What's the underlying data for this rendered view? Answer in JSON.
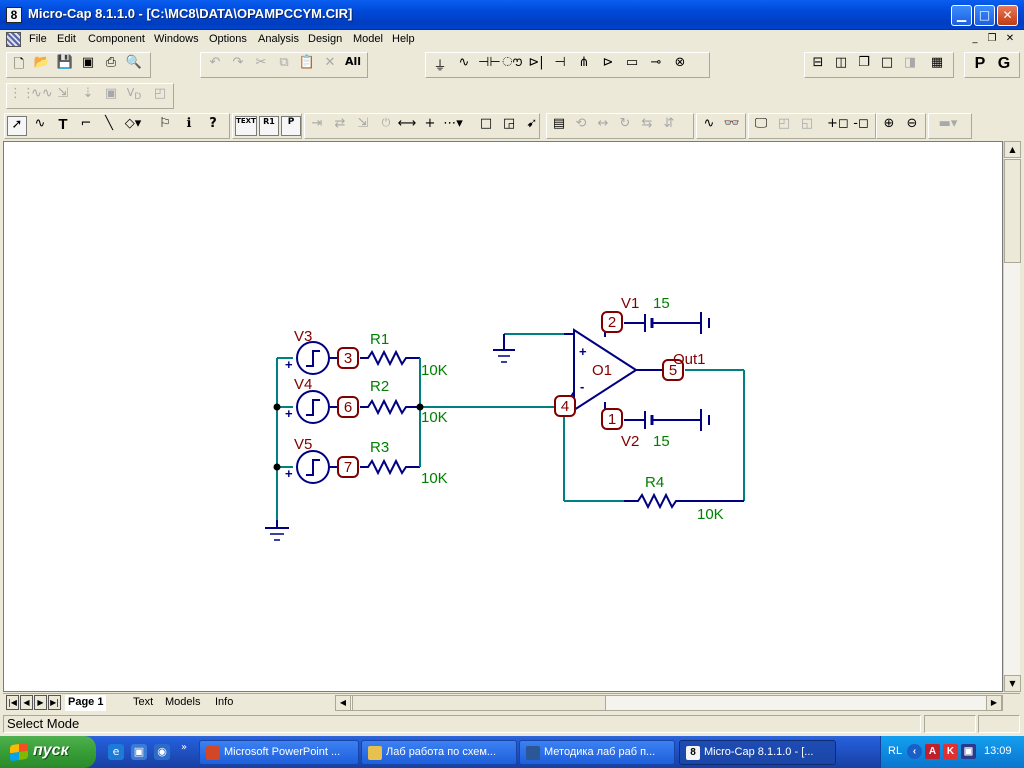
{
  "window": {
    "app_icon": "8",
    "title": "Micro-Cap 8.1.1.0 - [C:\\MC8\\DATA\\OPAMPCCYM.CIR]",
    "controls": {
      "minimize": "▁",
      "maximize": "□",
      "close": "✕"
    },
    "mdi_controls": {
      "minimize": "_",
      "restore": "❐",
      "close": "✕"
    }
  },
  "menu": {
    "items": [
      "File",
      "Edit",
      "Component",
      "Windows",
      "Options",
      "Analysis",
      "Design",
      "Model",
      "Help"
    ]
  },
  "toolbar": {
    "file_tools": [
      "new-file-icon",
      "open-folder-icon",
      "save-icon",
      "save-all-icon",
      "print-icon",
      "print-preview-icon"
    ],
    "edit_tools": [
      "undo-icon",
      "redo-icon",
      "cut-icon",
      "copy-icon",
      "paste-icon",
      "delete-icon",
      "select-all-icon"
    ],
    "component_tools": [
      "ground-icon",
      "resistor-icon",
      "capacitor-icon",
      "inductor-icon",
      "diode-icon",
      "battery-icon",
      "npn-icon",
      "nmos-icon",
      "opamp-icon",
      "pulse-source-icon",
      "sine-source-icon"
    ],
    "view_tools": [
      "split-horizontal-icon",
      "split-vertical-icon",
      "cascade-icon",
      "maximize-view-icon",
      "tile-icon",
      "calculator-icon"
    ],
    "letter_buttons": [
      "P",
      "G"
    ],
    "mode_tools": [
      "select-arrow-icon",
      "wire-icon",
      "text-icon",
      "orthogonal-wire-icon",
      "diagonal-wire-icon",
      "flag-icon",
      "info-icon",
      "help-icon",
      "text-labels-icon",
      "node-numbers-icon",
      "pin-connections-icon",
      "grid-icon",
      "border-icon",
      "title-icon",
      "zoom-in-icon",
      "zoom-out-icon"
    ],
    "mode_labels": {
      "text": "TEXT",
      "node": "R1",
      "pin": "P"
    }
  },
  "schematic": {
    "components": [
      {
        "ref": "V3",
        "type": "pulse-source"
      },
      {
        "ref": "V4",
        "type": "pulse-source"
      },
      {
        "ref": "V5",
        "type": "pulse-source"
      },
      {
        "ref": "R1",
        "value": "10K"
      },
      {
        "ref": "R2",
        "value": "10K"
      },
      {
        "ref": "R3",
        "value": "10K"
      },
      {
        "ref": "R4",
        "value": "10K"
      },
      {
        "ref": "O1",
        "type": "opamp"
      },
      {
        "ref": "V1",
        "value": "15"
      },
      {
        "ref": "V2",
        "value": "15"
      }
    ],
    "nodes": [
      "3",
      "6",
      "7",
      "4",
      "2",
      "1",
      "5"
    ],
    "output_label": "Out1",
    "pin_signs": {
      "plus": "+",
      "minus": "-"
    },
    "source_plus": "+",
    "colors": {
      "wire": "#008080",
      "component": "#000080",
      "ref_label": "#800000",
      "value_label": "#008000",
      "node": "#800000"
    }
  },
  "page_tabs": [
    "Page 1",
    "Text",
    "Models",
    "Info"
  ],
  "active_tab": "Page 1",
  "status": {
    "mode": "Select Mode"
  },
  "taskbar": {
    "start_label": "пуск",
    "tasks": [
      {
        "label": "Microsoft PowerPoint ...",
        "icon_color": "#d24726"
      },
      {
        "label": "Лаб работа по схем...",
        "icon_color": "#e8c050"
      },
      {
        "label": "Методика лаб раб п...",
        "icon_color": "#2b5797"
      },
      {
        "label": "Micro-Cap 8.1.1.0 - [...",
        "icon_color": "#f5f5f5"
      }
    ],
    "tray_lang": "RL",
    "clock": "13:09"
  }
}
